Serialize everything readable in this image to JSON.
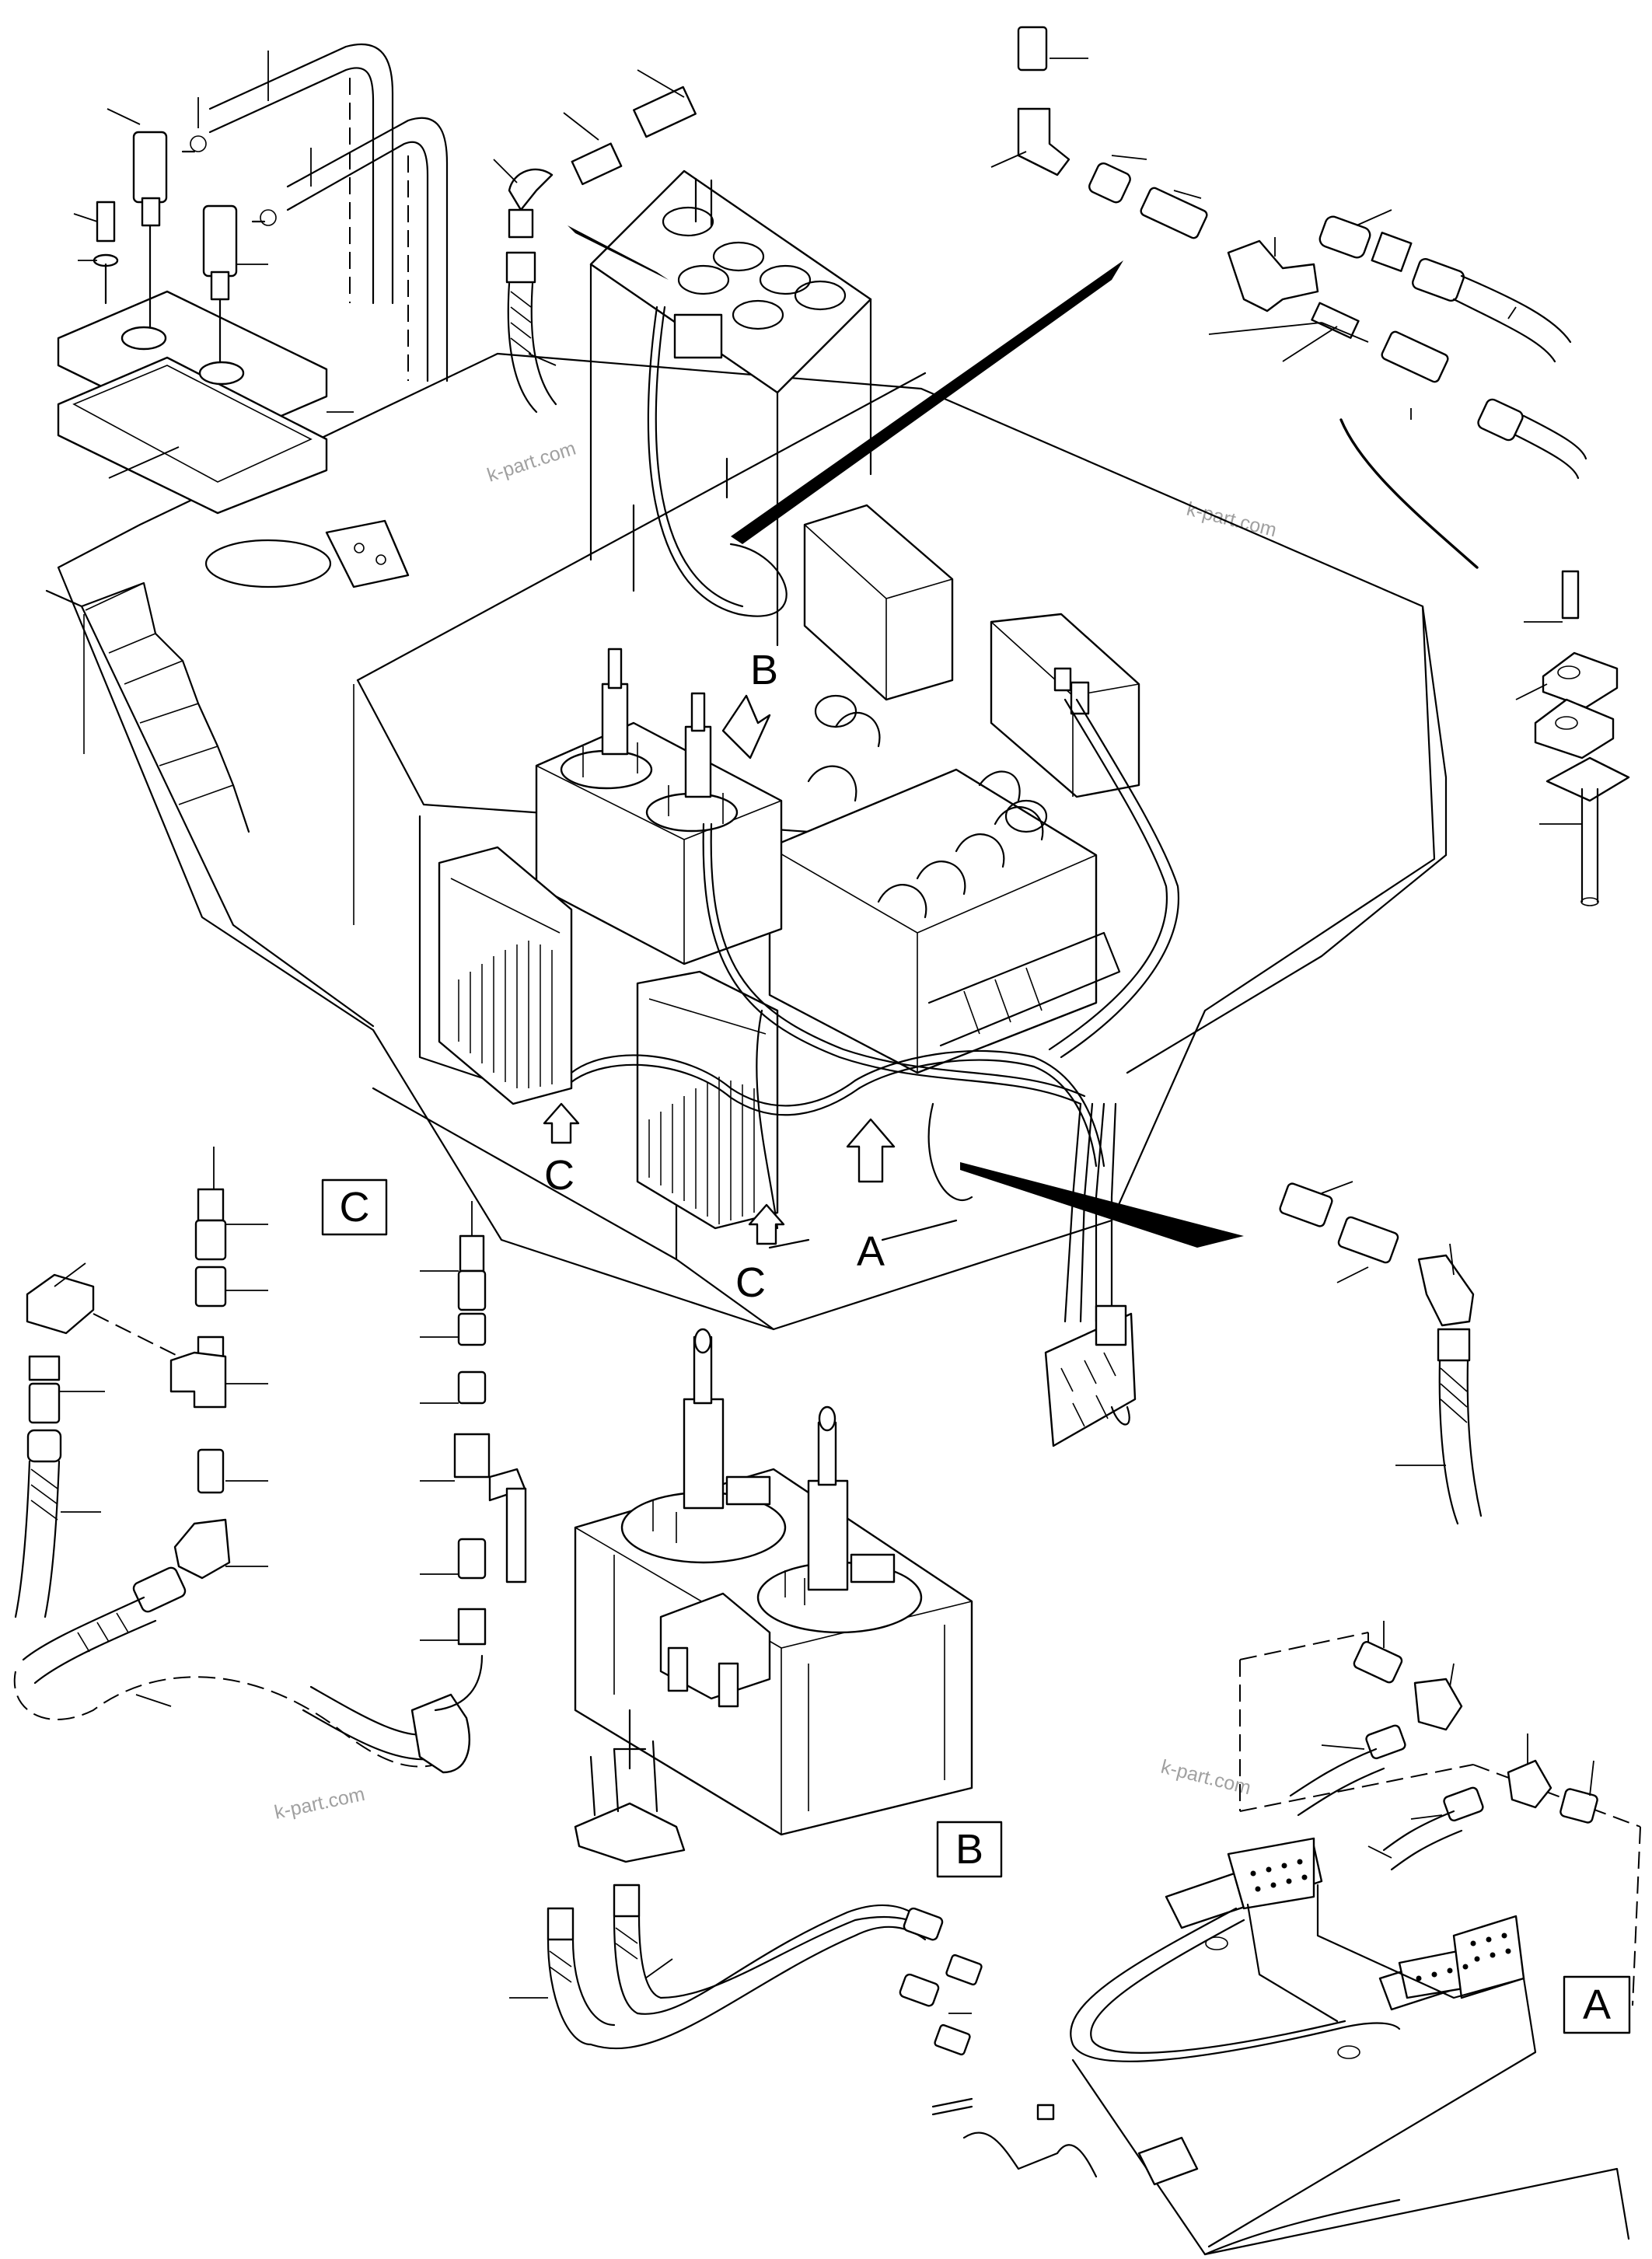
{
  "watermark": "k-part.com",
  "views": {
    "A": {
      "label": "A",
      "box_label": "A"
    },
    "B": {
      "label": "B",
      "box_label": "B"
    },
    "C": {
      "label": "C",
      "box_label": "C"
    }
  }
}
